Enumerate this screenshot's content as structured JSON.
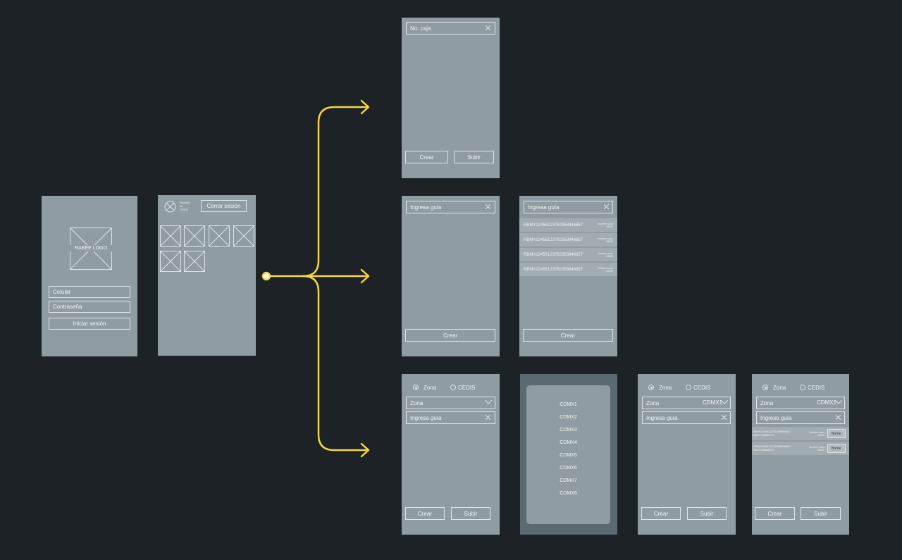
{
  "login": {
    "logo_label": "RABEE LOGO",
    "phone_placeholder": "Celular",
    "password_placeholder": "Contraseña",
    "login_button": "Iniciar sesión"
  },
  "home": {
    "user_info": "Nombre\nde\nCEDIS",
    "logout_button": "Cerrar sesión"
  },
  "box_screen": {
    "box_field": "No. caja",
    "create_button": "Crear",
    "upload_button": "Subir"
  },
  "guide_screen": {
    "guide_field": "Ingresa guía",
    "create_button": "Crear"
  },
  "guide_list_screen": {
    "guide_field": "Ingresa guía",
    "rows": [
      {
        "code": "RBMX12456123762358946657",
        "socio": "Nombre socio\n00000"
      },
      {
        "code": "RBMX12456123762358946657",
        "socio": "Nombre socio\n00000"
      },
      {
        "code": "RBMX12456123762358946657",
        "socio": "Nombre socio\n00000"
      },
      {
        "code": "RBMX12456123762358946657",
        "socio": "Nombre socio\n00000"
      }
    ],
    "create_button": "Crear"
  },
  "zone_screen": {
    "radio_zona": "Zona",
    "radio_cedis": "CEDIS",
    "zone_select": "Zona",
    "guide_field": "Ingresa guía",
    "create_button": "Crear",
    "upload_button": "Subir"
  },
  "dropdown_screen": {
    "options": [
      "CDMX1",
      "CDMX2",
      "CDMX3",
      "CDMX4",
      "CDMX5",
      "CDMX6",
      "CDMX7",
      "CDMX8"
    ]
  },
  "zone_selected_screen": {
    "radio_zona": "Zona",
    "radio_cedis": "CEDIS",
    "zone_select": "Zona",
    "zone_value": "CDMX1",
    "guide_field": "Ingresa guía",
    "create_button": "Crear",
    "upload_button": "Subir"
  },
  "zone_list_screen": {
    "radio_zona": "Zona",
    "radio_cedis": "CEDIS",
    "zone_select": "Zona",
    "zone_value": "CDMX1",
    "guide_field": "Ingresa guía",
    "rows": [
      {
        "code": "RBMX12456123762358946657\nb4f0275666f6270",
        "socio": "Nombre socio\n00000",
        "delete": "Borrar"
      },
      {
        "code": "RBMX12456123762358946657\nb4f0375666f6270",
        "socio": "Nombre socio\n00000",
        "delete": "Borrar"
      }
    ],
    "create_button": "Crear",
    "upload_button": "Subir"
  },
  "colors": {
    "background": "#1c2226",
    "screen": "#8f9ca1",
    "connector": "#f5d547"
  }
}
